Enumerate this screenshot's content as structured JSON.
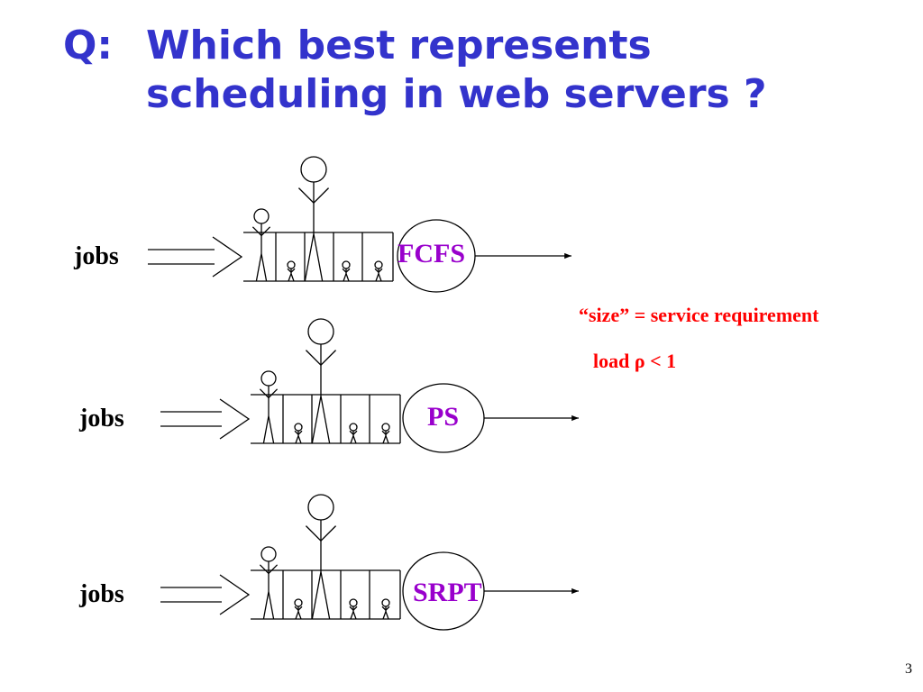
{
  "title": {
    "q": "Q:",
    "line1": "Which best represents",
    "line2": "scheduling in web servers ?"
  },
  "queues": [
    {
      "label": "jobs",
      "policy": "FCFS"
    },
    {
      "label": "jobs",
      "policy": "PS"
    },
    {
      "label": "jobs",
      "policy": "SRPT"
    }
  ],
  "notes": {
    "size": "“size” = service requirement",
    "load": "load ρ < 1"
  },
  "page_number": "3",
  "colors": {
    "title": "#3333cc",
    "policy": "#9900cc",
    "note": "#ff0000"
  }
}
